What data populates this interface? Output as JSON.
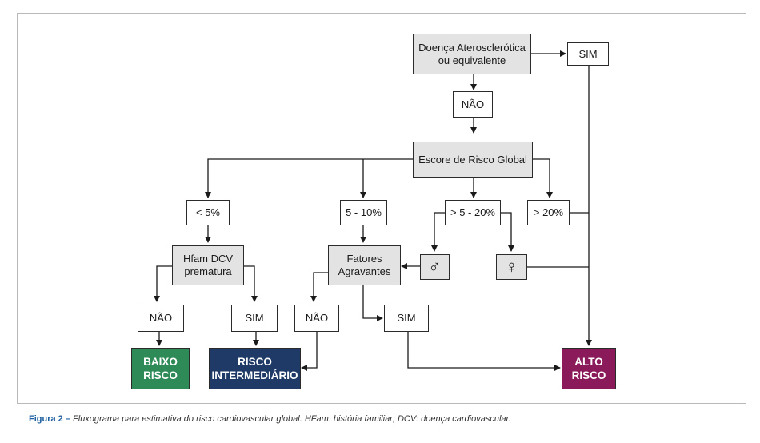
{
  "colors": {
    "box_fill": "#e3e3e3",
    "baixo": "#2e8b57",
    "intermediario": "#1f3a66",
    "alto": "#8a1a5a",
    "caption_accent": "#1f5fa0"
  },
  "nodes": {
    "doenca": [
      "Doença Aterosclerótica",
      "ou equivalente"
    ],
    "sim_top": "SIM",
    "nao_top": "NÃO",
    "escore": "Escore de Risco Global",
    "lt5": "< 5%",
    "r5_10": "5 - 10%",
    "r5_20": "> 5 - 20%",
    "gt20": "> 20%",
    "hfam": [
      "Hfam DCV",
      "prematura"
    ],
    "fatores": [
      "Fatores",
      "Agravantes"
    ],
    "male_symbol": "♂",
    "female_symbol": "♀",
    "nao_left": "NÃO",
    "sim_left": "SIM",
    "nao_mid": "NÃO",
    "sim_mid": "SIM"
  },
  "outcomes": {
    "baixo": [
      "BAIXO",
      "RISCO"
    ],
    "intermediario": [
      "RISCO",
      "INTERMEDIÁRIO"
    ],
    "alto": [
      "ALTO",
      "RISCO"
    ]
  },
  "caption": {
    "figure": "Figura 2 –",
    "text": "Fluxograma para estimativa do risco cardiovascular global. HFam: história familiar; DCV: doença cardiovascular."
  }
}
